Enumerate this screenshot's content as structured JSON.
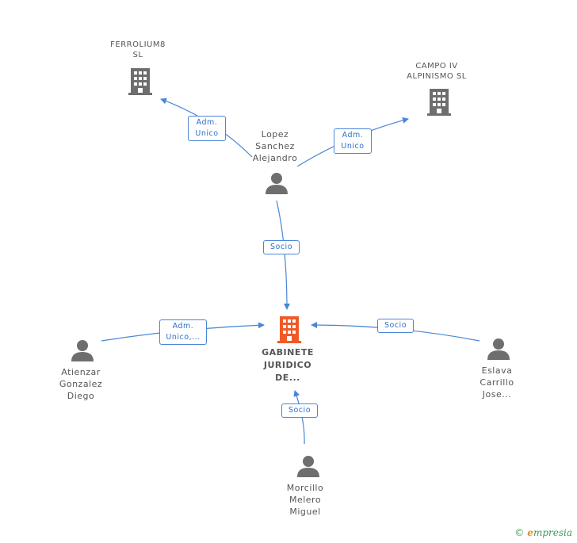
{
  "nodes": {
    "ferrolium": {
      "line1": "FERROLIUM8",
      "line2": "SL"
    },
    "campo": {
      "line1": "CAMPO IV",
      "line2": "ALPINISMO SL"
    },
    "lopez": {
      "line1": "Lopez",
      "line2": "Sanchez",
      "line3": "Alejandro"
    },
    "gabinete": {
      "line1": "GABINETE",
      "line2": "JURIDICO",
      "line3": "DE..."
    },
    "atienzar": {
      "line1": "Atienzar",
      "line2": "Gonzalez",
      "line3": "Diego"
    },
    "eslava": {
      "line1": "Eslava",
      "line2": "Carrillo",
      "line3": "Jose..."
    },
    "morcillo": {
      "line1": "Morcillo",
      "line2": "Melero",
      "line3": "Miguel"
    }
  },
  "edges": {
    "lopez_ferrolium": {
      "line1": "Adm.",
      "line2": "Unico"
    },
    "lopez_campo": {
      "line1": "Adm.",
      "line2": "Unico"
    },
    "lopez_gabinete": {
      "line1": "Socio"
    },
    "atienzar_gabinete": {
      "line1": "Adm.",
      "line2": "Unico,..."
    },
    "eslava_gabinete": {
      "line1": "Socio"
    },
    "morcillo_gabinete": {
      "line1": "Socio"
    }
  },
  "footer": {
    "copyright": "©",
    "brand_first": "e",
    "brand_rest": "mpresia"
  },
  "colors": {
    "edge": "#4a86d8",
    "company": "#6e6e6e",
    "focus": "#f05a28",
    "person": "#6e6e6e"
  }
}
